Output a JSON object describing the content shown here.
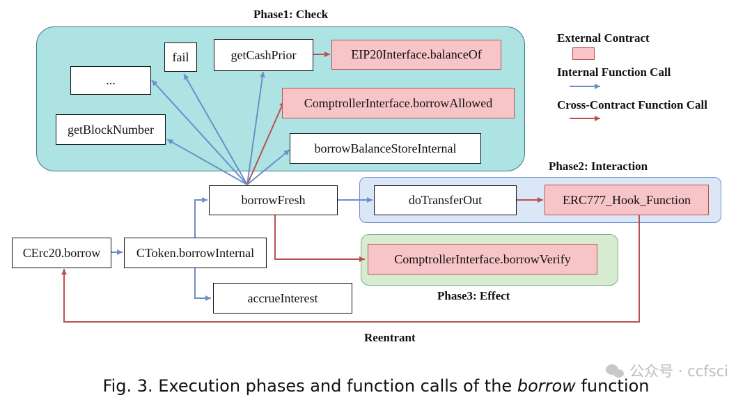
{
  "phases": {
    "check_title": "Phase1: Check",
    "interaction_title": "Phase2: Interaction",
    "effect_title": "Phase3: Effect"
  },
  "nodes": {
    "ellipsis": "...",
    "fail": "fail",
    "getCashPrior": "getCashPrior",
    "eip20": "EIP20Interface.balanceOf",
    "borrowAllowed": "ComptrollerInterface.borrowAllowed",
    "getBlockNumber": "getBlockNumber",
    "borrowBalanceStoreInternal": "borrowBalanceStoreInternal",
    "borrowFresh": "borrowFresh",
    "doTransferOut": "doTransferOut",
    "erc777": "ERC777_Hook_Function",
    "cerc20Borrow": "CErc20.borrow",
    "ctokenBorrowInternal": "CToken.borrowInternal",
    "borrowVerify": "ComptrollerInterface.borrowVerify",
    "accrueInterest": "accrueInterest"
  },
  "legend": {
    "external": "External Contract",
    "internal": "Internal Function Call",
    "cross": "Cross-Contract Function Call"
  },
  "reentrant_label": "Reentrant",
  "caption": {
    "prefix": "Fig. 3.  Execution phases and function calls of the ",
    "emph": "borrow",
    "suffix": " function"
  },
  "watermark": "公众号 · ccfsci",
  "colors": {
    "phase1_fill": "#aee3e4",
    "phase2_fill": "#dbe7f7",
    "phase3_fill": "#d7ebd1",
    "internal_arrow": "#6b8fc8",
    "cross_arrow": "#b85052",
    "external_fill": "#f7c5c8"
  }
}
